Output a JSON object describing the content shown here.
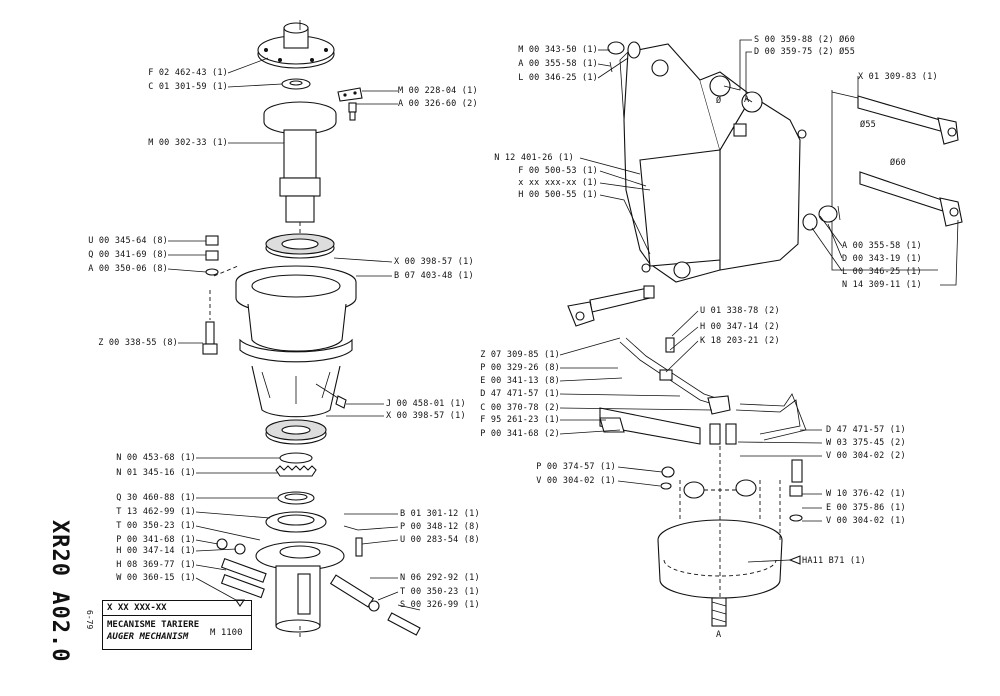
{
  "title_block": {
    "vertical_ref": "XR20 A02.0",
    "date": "6-79",
    "code": "X  XX  XXX-XX",
    "title_fr": "MECANISME TARIERE",
    "title_en": "AUGER MECHANISM",
    "model": "M 1100"
  },
  "labels": {
    "l01": "F 02 462-43 (1)",
    "l02": "C 01 301-59 (1)",
    "l03": "M 00 228-04 (1)",
    "l04": "A 00 326-60 (2)",
    "l05": "M 00 302-33 (1)",
    "l06": "U 00 345-64 (8)",
    "l07": "Q 00 341-69 (8)",
    "l08": "A 00 350-06 (8)",
    "l09": "X 00 398-57 (1)",
    "l10": "B 07 403-48 (1)",
    "l11": "Z 00 338-55 (8)",
    "l12": "J 00 458-01 (1)",
    "l13": "X 00 398-57 (1)",
    "l14": "N 00 453-68 (1)",
    "l15": "N 01 345-16 (1)",
    "l16": "Q 30 460-88 (1)",
    "l17": "T 13 462-99 (1)",
    "l18": "T 00 350-23 (1)",
    "l19": "P 00 341-68 (1)",
    "l20": "H 00 347-14 (1)",
    "l21": "H 08 369-77 (1)",
    "l22": "W 00 360-15 (1)",
    "l23": "B 01 301-12 (1)",
    "l24": "P 00 348-12 (8)",
    "l25": "U 00 283-54 (8)",
    "l26": "N 06 292-92 (1)",
    "l27": "T 00 350-23 (1)",
    "l28": "S 00 326-99 (1)",
    "r01": "M 00 343-50 (1)",
    "r02": "A 00 355-58 (1)",
    "r03": "L 00 346-25 (1)",
    "r04": "S 00 359-88 (2) Ø60",
    "r05": "D 00 359-75 (2) Ø55",
    "r06": "X 01 309-83 (1)",
    "r07": "Ø55",
    "r08": "N 12 401-26 (1)",
    "r09": "F 00 500-53 (1)",
    "r10": "x xx xxx-xx (1)",
    "r11": "H 00 500-55 (1)",
    "r12": "Ø60",
    "r13": "A 00 355-58 (1)",
    "r14": "D 00 343-19 (1)",
    "r15": "L 00 346-25 (1)",
    "r16": "N 14 309-11 (1)",
    "r17": "U 01 338-78 (2)",
    "r18": "H 00 347-14 (2)",
    "r19": "K 18 203-21 (2)",
    "r20": "Z 07 309-85 (1)",
    "r21": "P 00 329-26 (8)",
    "r22": "E 00 341-13 (8)",
    "r23": "D 47 471-57 (1)",
    "r24": "C 00 370-78 (2)",
    "r25": "F 95 261-23 (1)",
    "r26": "P 00 341-68 (2)",
    "r27": "D 47 471-57 (1)",
    "r28": "W 03 375-45 (2)",
    "r29": "V 00 304-02 (2)",
    "r30": "P 00 374-57 (1)",
    "r31": "V 00 304-02 (1)",
    "r32": "W 10 376-42 (1)",
    "r33": "E 00 375-86 (1)",
    "r34": "V 00 304-02 (1)",
    "r35": "HA11 B71 (1)",
    "r36": "A",
    "r37": "A",
    "r38": "Ø"
  }
}
